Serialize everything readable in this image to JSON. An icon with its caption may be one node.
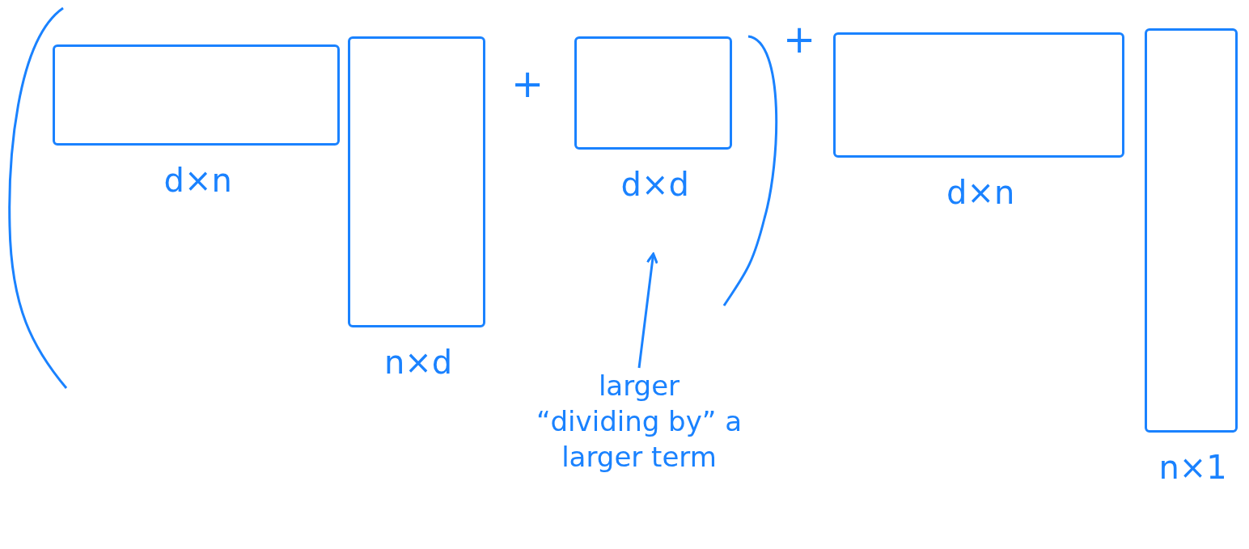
{
  "diagram": {
    "nodes": [
      {
        "text": [],
        "shape": "box",
        "beside": [
          "d×n"
        ]
      },
      {
        "text": [],
        "shape": "box",
        "beside": [
          "n×d"
        ]
      },
      {
        "text": [],
        "shape": "box",
        "beside": [
          "d×d"
        ]
      },
      {
        "text": [],
        "shape": "box",
        "beside": [
          "d×n"
        ]
      },
      {
        "text": [],
        "shape": "box",
        "beside": [
          "n×1"
        ]
      },
      {
        "text": [
          "larger",
          "“dividing by” a",
          "larger term"
        ]
      }
    ],
    "edges": [
      {
        "from": 5,
        "to": 2,
        "arrow": "to"
      }
    ],
    "labels": [
      "+",
      "+"
    ]
  }
}
